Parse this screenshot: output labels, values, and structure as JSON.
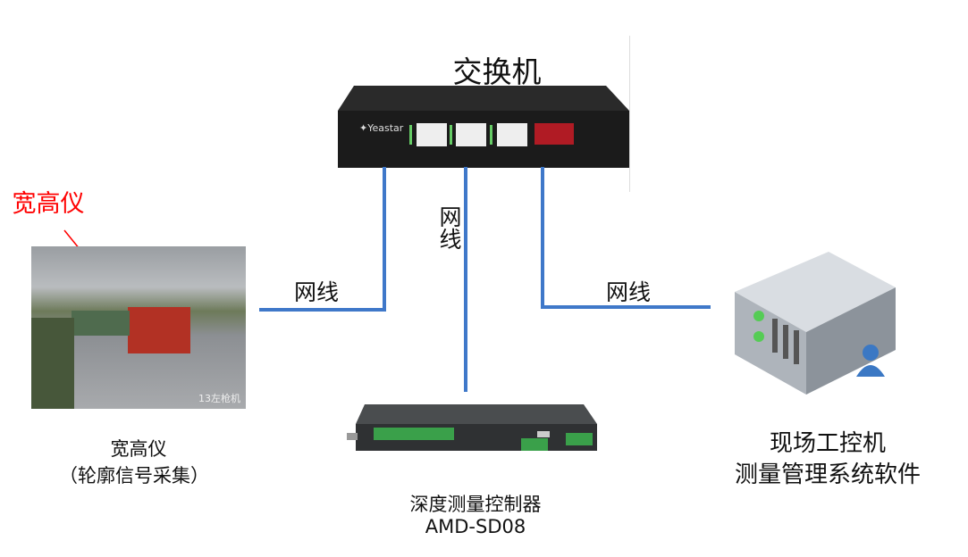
{
  "switch": {
    "title": "交换机",
    "brand": "Yeastar"
  },
  "cable_labels": [
    "网线",
    "网线",
    "网线"
  ],
  "width_height_meter": {
    "callout": "宽高仪",
    "photo_caption": "13左枪机",
    "label_line1": "宽高仪",
    "label_line2": "（轮廓信号采集）"
  },
  "controller": {
    "label_line1": "深度测量控制器",
    "label_line2": "AMD-SD08"
  },
  "ipc": {
    "label_line1": "现场工控机",
    "label_line2": "测量管理系统软件"
  },
  "colors": {
    "cable": "#3f78c9",
    "callout": "#ff0000"
  }
}
